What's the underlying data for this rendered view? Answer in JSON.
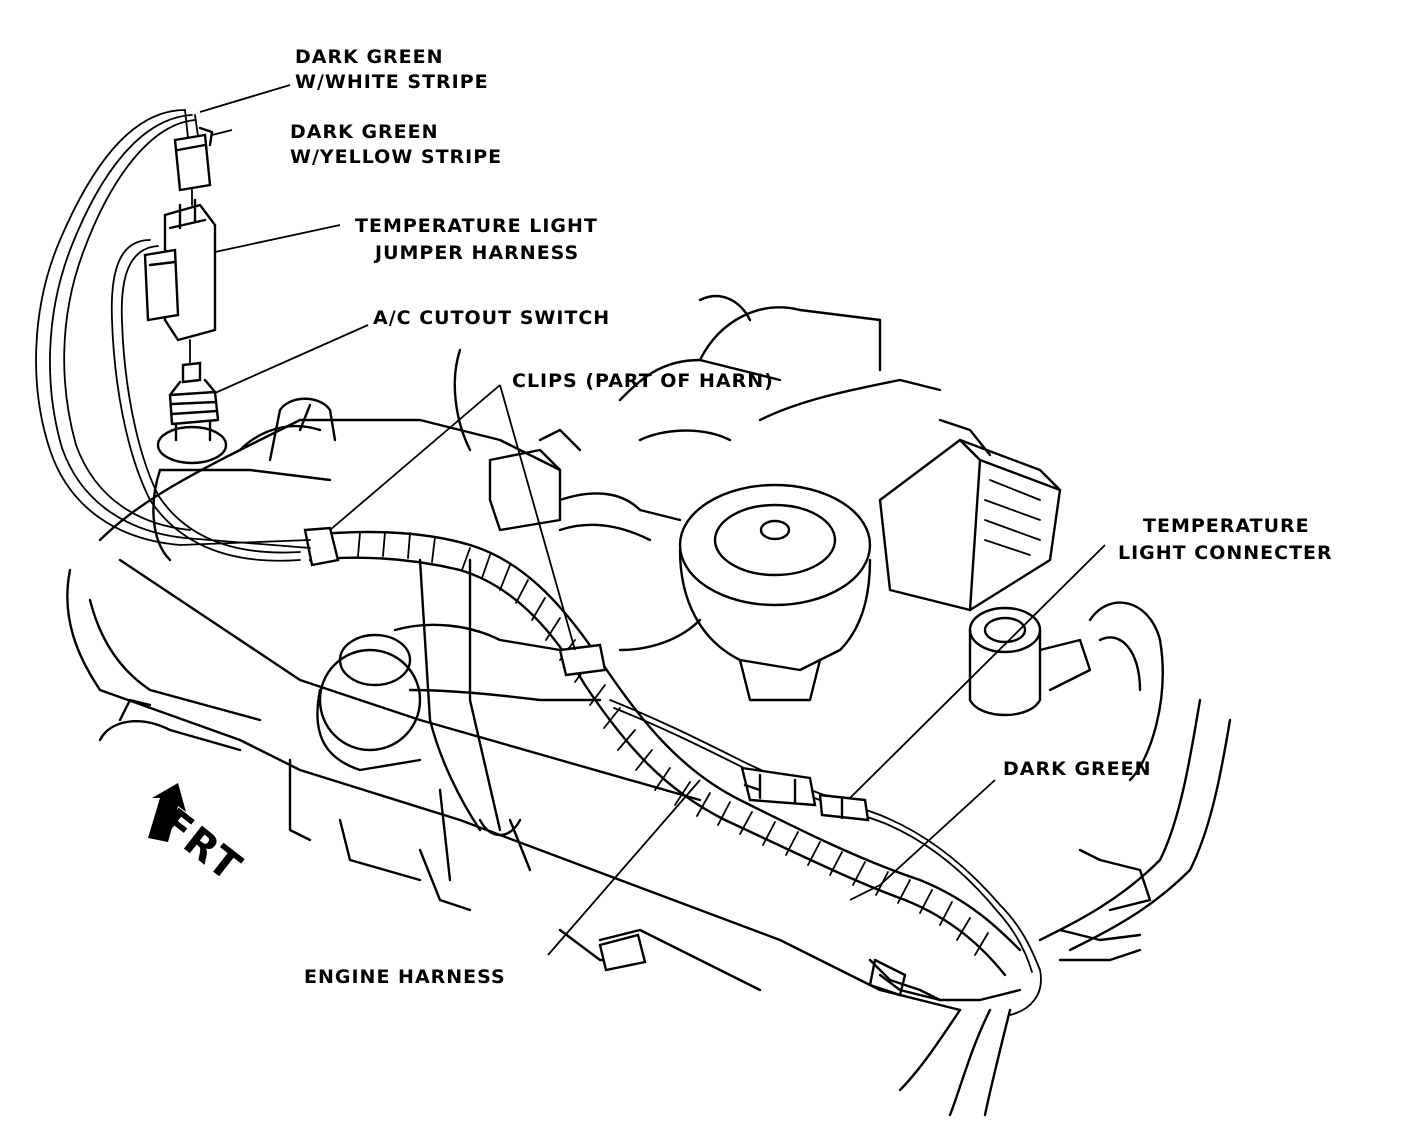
{
  "labels": {
    "wire_white_stripe_1": "DARK GREEN",
    "wire_white_stripe_2": "W/WHITE STRIPE",
    "wire_yellow_stripe_1": "DARK GREEN",
    "wire_yellow_stripe_2": "W/YELLOW STRIPE",
    "jumper_harness_1": "TEMPERATURE LIGHT",
    "jumper_harness_2": "JUMPER HARNESS",
    "ac_cutout_switch": "A/C CUTOUT SWITCH",
    "clips": "CLIPS (PART OF HARN)",
    "temp_light_connector_1": "TEMPERATURE",
    "temp_light_connector_2": "LIGHT CONNECTER",
    "dark_green": "DARK GREEN",
    "engine_harness": "ENGINE HARNESS",
    "front_arrow": "FRT"
  }
}
